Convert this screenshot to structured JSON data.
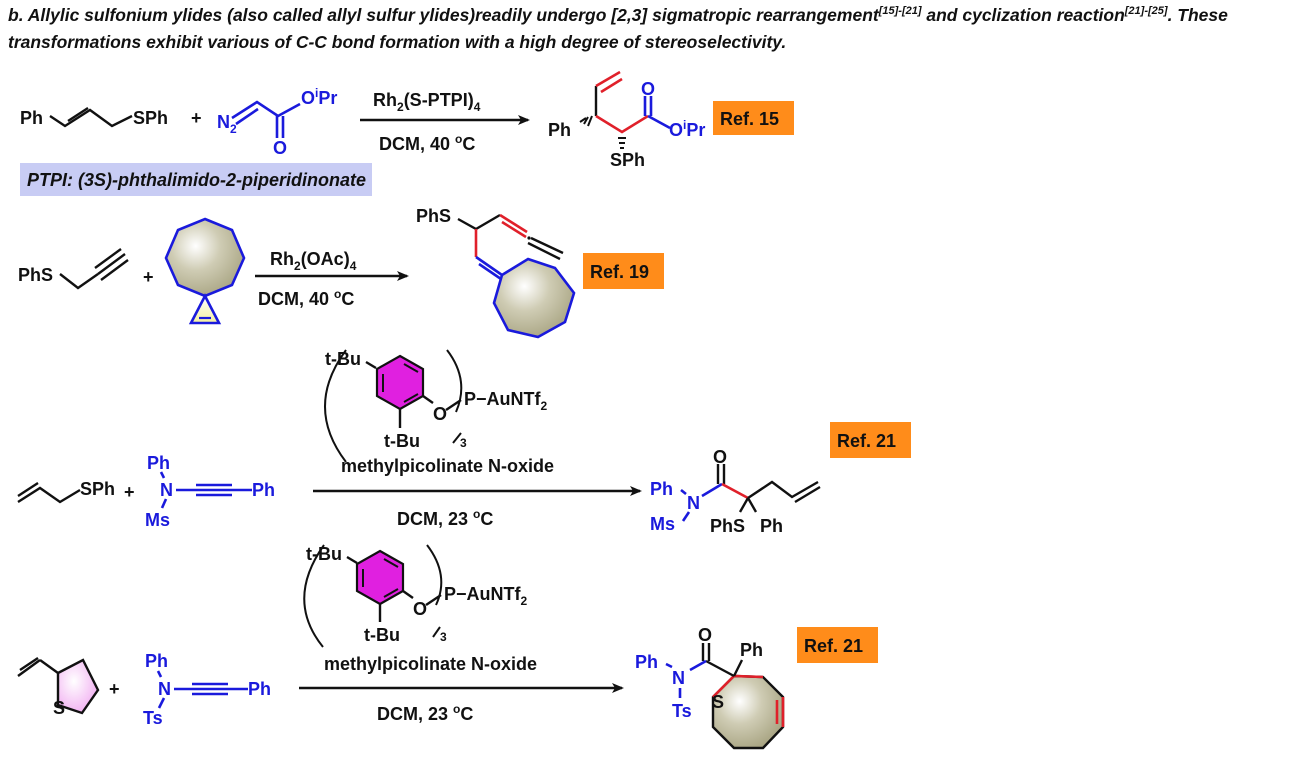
{
  "intro": {
    "prefix": "b. Allylic sulfonium ylides (also called allyl sulfur ylides)readily undergo [2,3] sigmatropic rearrangement",
    "sup1": "[15]-[21]",
    "mid": " and cyclization reaction",
    "sup2": "[21]-[25]",
    "suffix": ". These transformations exhibit various of C-C bond formation with a high degree of stereoselectivity."
  },
  "colors": {
    "reagent_blue": "#1a1adc",
    "new_bond_red": "#e0202a",
    "ref_orange": "#ff8c1a",
    "ptpi_lavender": "#c8ccf4",
    "aryl_magenta": "#e020e0",
    "ring_olive": "#b8b494"
  },
  "reactions": [
    {
      "substrate": {
        "left": "Ph",
        "right": "SPh"
      },
      "plus": "+",
      "reagent": {
        "n2": "N",
        "n2_sub": "2",
        "ester_o": "O",
        "ester_or": "O",
        "ester_sup": "i",
        "ester_r": "Pr"
      },
      "catalyst": {
        "main": "Rh",
        "sub1": "2",
        "ligand": "(S-PTPI)",
        "sub2": "4"
      },
      "conditions": {
        "solvent": "DCM, 40 ",
        "deg": "o",
        "unit": "C"
      },
      "product": {
        "ph": "Ph",
        "o": "O",
        "or": "O",
        "or_sup": "i",
        "or_r": "Pr",
        "sph": "SPh"
      },
      "ref": "Ref. 15",
      "note": "PTPI: (3S)-phthalimido-2-piperidinonate"
    },
    {
      "substrate": {
        "sph": "PhS"
      },
      "plus": "+",
      "catalyst": {
        "main": "Rh",
        "sub1": "2",
        "ligand": "(OAc)",
        "sub2": "4"
      },
      "conditions": {
        "solvent": "DCM, 40 ",
        "deg": "o",
        "unit": "C"
      },
      "product": {
        "phs": "PhS"
      },
      "ref": "Ref. 19"
    },
    {
      "substrate": {
        "sph": "SPh"
      },
      "plus": "+",
      "reagent": {
        "ph_top": "Ph",
        "n": "N",
        "ms": "Ms",
        "ph_right": "Ph"
      },
      "catalyst": {
        "tbu_top": "t-Bu",
        "tbu_bottom": "t-Bu",
        "o": "O",
        "p_au": "P−AuNTf",
        "p_au_sub": "2",
        "count": "3",
        "oxidant": "methylpicolinate N-oxide"
      },
      "conditions": {
        "solvent": "DCM, 23 ",
        "deg": "o",
        "unit": "C"
      },
      "product": {
        "ph": "Ph",
        "n": "N",
        "ms": "Ms",
        "o": "O",
        "phs": "PhS",
        "ph2": "Ph"
      },
      "ref": "Ref. 21"
    },
    {
      "substrate": {
        "s": "S"
      },
      "plus": "+",
      "reagent": {
        "ph_top": "Ph",
        "n": "N",
        "ts": "Ts",
        "ph_right": "Ph"
      },
      "catalyst": {
        "tbu_top": "t-Bu",
        "tbu_bottom": "t-Bu",
        "o": "O",
        "p_au": "P−AuNTf",
        "p_au_sub": "2",
        "count": "3",
        "oxidant": "methylpicolinate N-oxide"
      },
      "conditions": {
        "solvent": "DCM, 23 ",
        "deg": "o",
        "unit": "C"
      },
      "product": {
        "ph": "Ph",
        "n": "N",
        "ts": "Ts",
        "o": "O",
        "ph2": "Ph",
        "s": "S"
      },
      "ref": "Ref. 21"
    }
  ]
}
